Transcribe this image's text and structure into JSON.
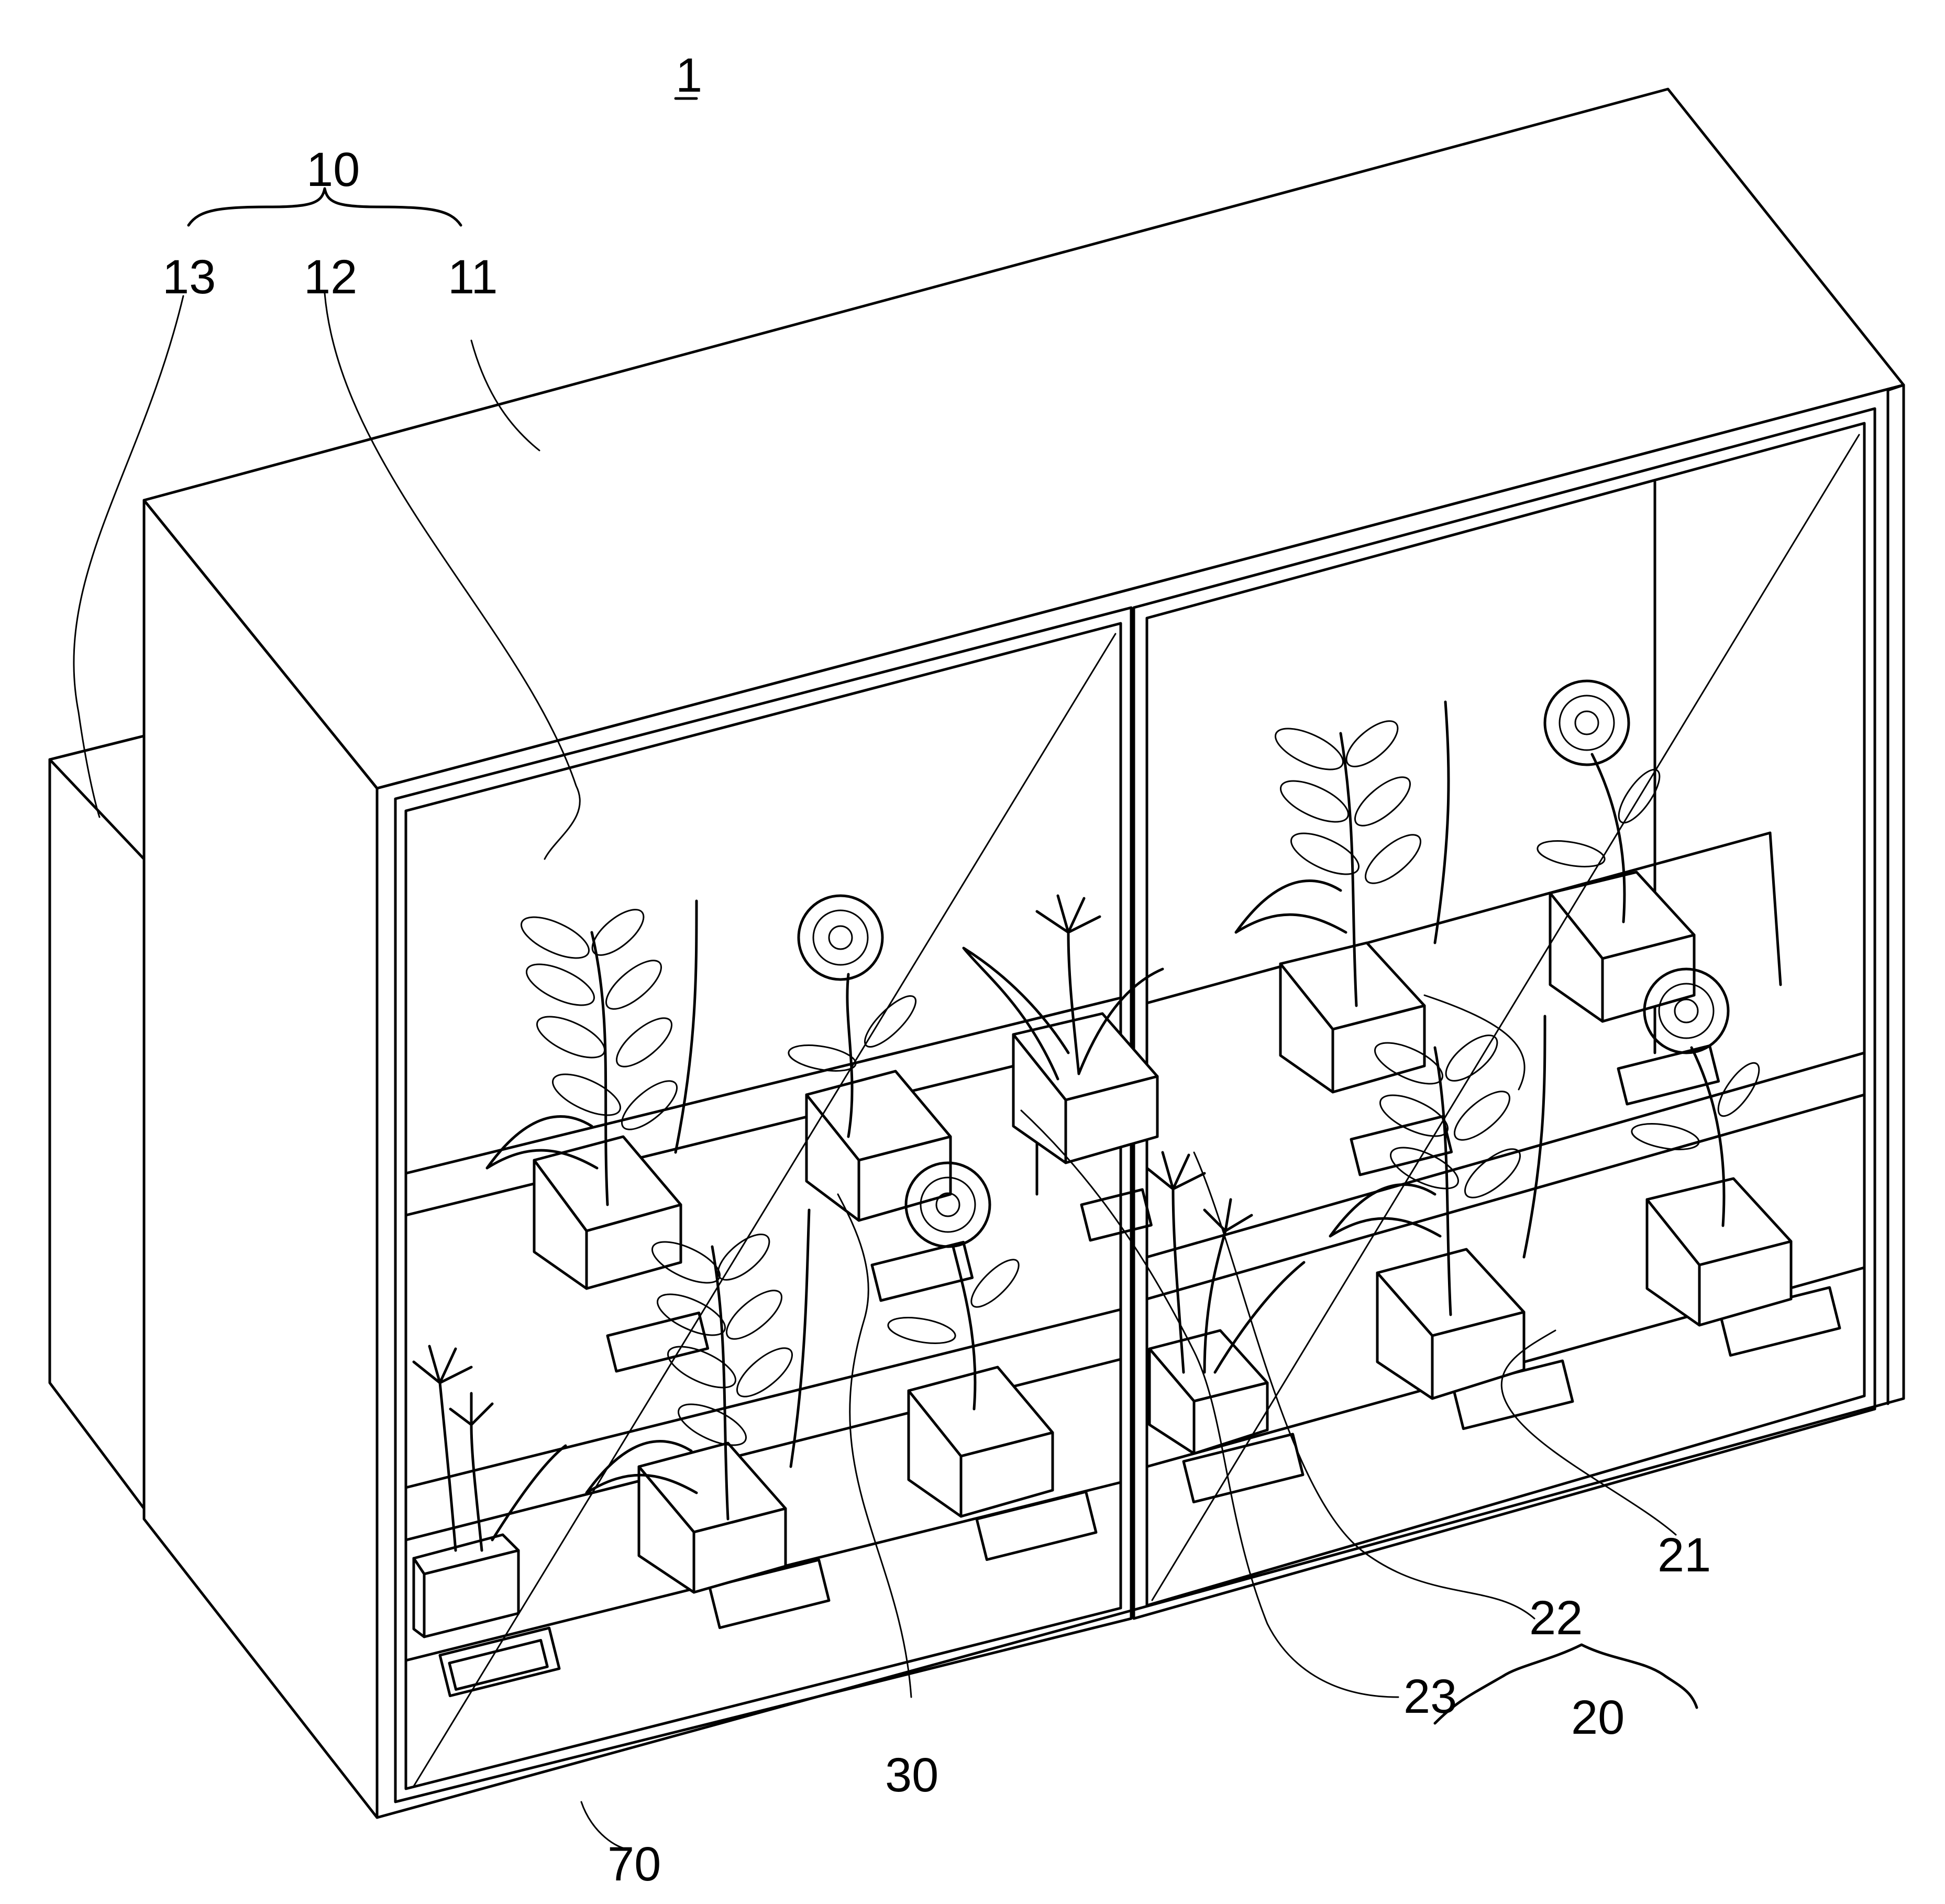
{
  "figure": {
    "ref_main": "1",
    "labels": {
      "l10": "10",
      "l11": "11",
      "l12": "12",
      "l13": "13",
      "l20": "20",
      "l21": "21",
      "l22": "22",
      "l23": "23",
      "l30": "30",
      "l70": "70"
    }
  }
}
